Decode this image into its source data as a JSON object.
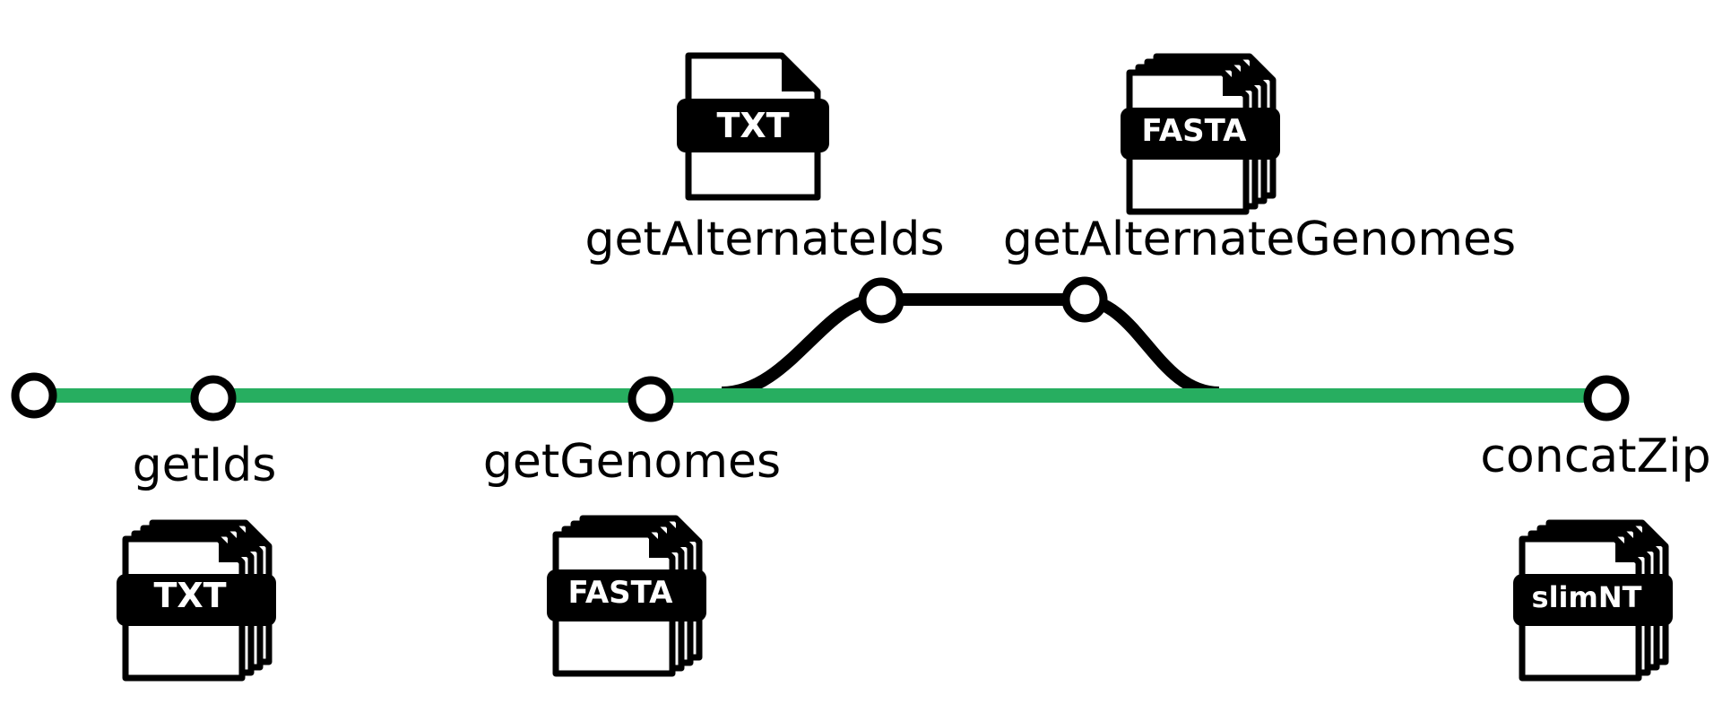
{
  "colors": {
    "main_line": "#27ae60",
    "branch_line": "#000000",
    "stroke": "#000000",
    "fill": "#ffffff"
  },
  "nodes": [
    {
      "id": "start",
      "label": ""
    },
    {
      "id": "getIds",
      "label": "getIds",
      "file": {
        "text": "TXT",
        "stacked": true,
        "icon": "stacked-file-icon"
      }
    },
    {
      "id": "getGenomes",
      "label": "getGenomes",
      "file": {
        "text": "FASTA",
        "stacked": true,
        "icon": "stacked-file-icon"
      }
    },
    {
      "id": "getAlternateIds",
      "label": "getAlternateIds",
      "file": {
        "text": "TXT",
        "stacked": false,
        "icon": "file-icon"
      }
    },
    {
      "id": "getAlternateGenomes",
      "label": "getAlternateGenomes",
      "file": {
        "text": "FASTA",
        "stacked": true,
        "icon": "stacked-file-icon"
      }
    },
    {
      "id": "concatZip",
      "label": "concatZip",
      "file": {
        "text": "slimNT",
        "stacked": true,
        "icon": "stacked-file-icon"
      }
    }
  ]
}
